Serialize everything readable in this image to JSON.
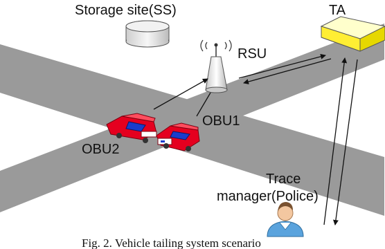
{
  "labels": {
    "storage_site": "Storage site(SS)",
    "ta": "TA",
    "rsu": "RSU",
    "obu1": "OBU1",
    "obu2": "OBU2",
    "trace_manager_line1": "Trace",
    "trace_manager_line2": "manager(Police)"
  },
  "caption": "Fig. 2. Vehicle tailing system scenario",
  "colors": {
    "road": "#9a9a9a",
    "car_red": "#e5001f",
    "car_blue": "#1a3ccc",
    "ta_fill": "#ffffcc",
    "ta_side": "#e6d800",
    "person_blue": "#5aa3dd",
    "person_skin": "#f3c7a0"
  },
  "icons": [
    "database-cylinder-icon",
    "antenna-tower-icon",
    "server-box-icon",
    "car-icon",
    "person-icon"
  ]
}
